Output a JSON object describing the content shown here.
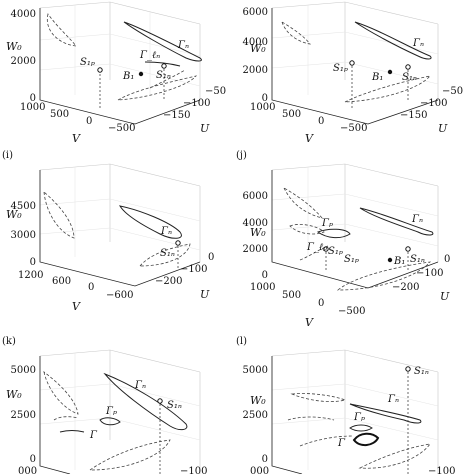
{
  "panels": [
    {
      "letter": "",
      "w_ticks": [
        "4000",
        "2000",
        "0"
      ],
      "v_ticks": [
        "1000",
        "500",
        "0",
        "−500"
      ],
      "u_ticks": [
        "−50",
        "−100",
        "−150"
      ],
      "axis_w": "W₀",
      "axis_v": "V",
      "axis_u": "U",
      "labels": [
        "Γₙ",
        "Γ_ℓₙ",
        "S₁ₚ",
        "S₁ₙ",
        "B₁"
      ]
    },
    {
      "letter": "",
      "w_ticks": [
        "6000",
        "4000",
        "2000",
        "0"
      ],
      "v_ticks": [
        "1000",
        "500",
        "0",
        "−500"
      ],
      "u_ticks": [
        "−50",
        "−100",
        "−150"
      ],
      "axis_w": "W₀",
      "axis_v": "V",
      "axis_u": "U",
      "labels": [
        "Γₙ",
        "S₁ₚ",
        "S₁ₙ",
        "B₁"
      ]
    },
    {
      "letter": "(i)",
      "w_ticks": [
        "4500",
        "3000",
        "0"
      ],
      "v_ticks": [
        "1200",
        "600",
        "0",
        "−600"
      ],
      "u_ticks": [
        "0",
        "−100",
        "−200"
      ],
      "axis_w": "W₀",
      "axis_v": "V",
      "axis_u": "U",
      "labels": [
        "Γₙ",
        "S₁ₙ"
      ]
    },
    {
      "letter": "(j)",
      "w_ticks": [
        "6000",
        "4000",
        "2000",
        "0"
      ],
      "v_ticks": [
        "1000",
        "500",
        "0",
        "−500"
      ],
      "u_ticks": [
        "0",
        "−100",
        "−200"
      ],
      "axis_w": "W₀",
      "axis_v": "V",
      "axis_u": "U",
      "labels": [
        "Γₙ",
        "Γₚ",
        "Γ_ℓₚ",
        "S₁ₚ",
        "S₁ₚ",
        "B₁",
        "S₁ₙ"
      ]
    },
    {
      "letter": "(k)",
      "w_ticks": [
        "5000",
        "2500",
        "0"
      ],
      "v_ticks": [
        "000"
      ],
      "u_ticks": [
        "−100"
      ],
      "axis_w": "W₀",
      "axis_v": "",
      "axis_u": "",
      "labels": [
        "Γₙ",
        "Γₚ",
        "Γ",
        "S₁ₙ"
      ]
    },
    {
      "letter": "(l)",
      "w_ticks": [
        "5000",
        "2500",
        "0"
      ],
      "v_ticks": [
        "000"
      ],
      "u_ticks": [
        "−100"
      ],
      "axis_w": "W₀",
      "axis_v": "",
      "axis_u": "",
      "labels": [
        "Γₙ",
        "Γₚ",
        "Γ",
        "S₁ₙ"
      ]
    }
  ]
}
